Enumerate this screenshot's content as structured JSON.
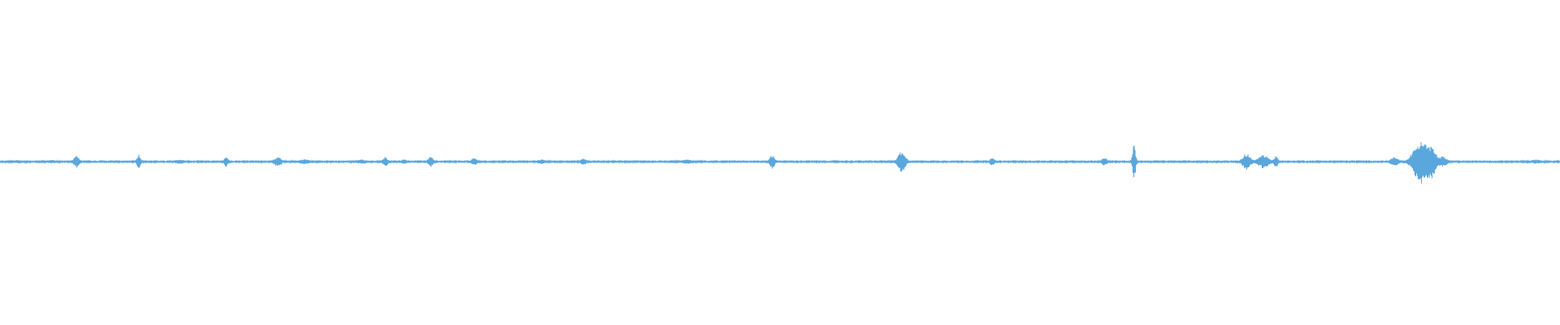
{
  "chart_data": {
    "type": "line",
    "title": "",
    "xlabel": "",
    "ylabel": "",
    "xlim": [
      0,
      1
    ],
    "ylim": [
      -1,
      1
    ],
    "grid": false,
    "legend": "none",
    "baseline": 0,
    "noise_floor": 0.004,
    "series": [
      {
        "color": "#5aa7dd",
        "bursts": [
          {
            "t": 0.012,
            "amp": 0.006,
            "width": 0.004
          },
          {
            "t": 0.033,
            "amp": 0.007,
            "width": 0.003
          },
          {
            "t": 0.049,
            "amp": 0.035,
            "width": 0.002
          },
          {
            "t": 0.089,
            "amp": 0.04,
            "width": 0.0015
          },
          {
            "t": 0.115,
            "amp": 0.01,
            "width": 0.004
          },
          {
            "t": 0.145,
            "amp": 0.03,
            "width": 0.0015
          },
          {
            "t": 0.178,
            "amp": 0.025,
            "width": 0.003
          },
          {
            "t": 0.195,
            "amp": 0.012,
            "width": 0.004
          },
          {
            "t": 0.232,
            "amp": 0.01,
            "width": 0.004
          },
          {
            "t": 0.247,
            "amp": 0.025,
            "width": 0.002
          },
          {
            "t": 0.259,
            "amp": 0.012,
            "width": 0.002
          },
          {
            "t": 0.276,
            "amp": 0.03,
            "width": 0.002
          },
          {
            "t": 0.304,
            "amp": 0.02,
            "width": 0.002
          },
          {
            "t": 0.347,
            "amp": 0.01,
            "width": 0.003
          },
          {
            "t": 0.374,
            "amp": 0.018,
            "width": 0.002
          },
          {
            "t": 0.44,
            "amp": 0.01,
            "width": 0.004
          },
          {
            "t": 0.495,
            "amp": 0.04,
            "width": 0.002
          },
          {
            "t": 0.578,
            "amp": 0.06,
            "width": 0.003
          },
          {
            "t": 0.636,
            "amp": 0.02,
            "width": 0.002
          },
          {
            "t": 0.708,
            "amp": 0.025,
            "width": 0.002
          },
          {
            "t": 0.727,
            "amp": 0.11,
            "width": 0.0012
          },
          {
            "t": 0.799,
            "amp": 0.05,
            "width": 0.003
          },
          {
            "t": 0.81,
            "amp": 0.04,
            "width": 0.004
          },
          {
            "t": 0.818,
            "amp": 0.035,
            "width": 0.0015
          },
          {
            "t": 0.894,
            "amp": 0.025,
            "width": 0.003
          },
          {
            "t": 0.907,
            "amp": 0.06,
            "width": 0.004
          },
          {
            "t": 0.912,
            "amp": 0.12,
            "width": 0.004
          },
          {
            "t": 0.918,
            "amp": 0.09,
            "width": 0.003
          },
          {
            "t": 0.925,
            "amp": 0.03,
            "width": 0.003
          },
          {
            "t": 0.985,
            "amp": 0.01,
            "width": 0.004
          }
        ]
      }
    ]
  }
}
